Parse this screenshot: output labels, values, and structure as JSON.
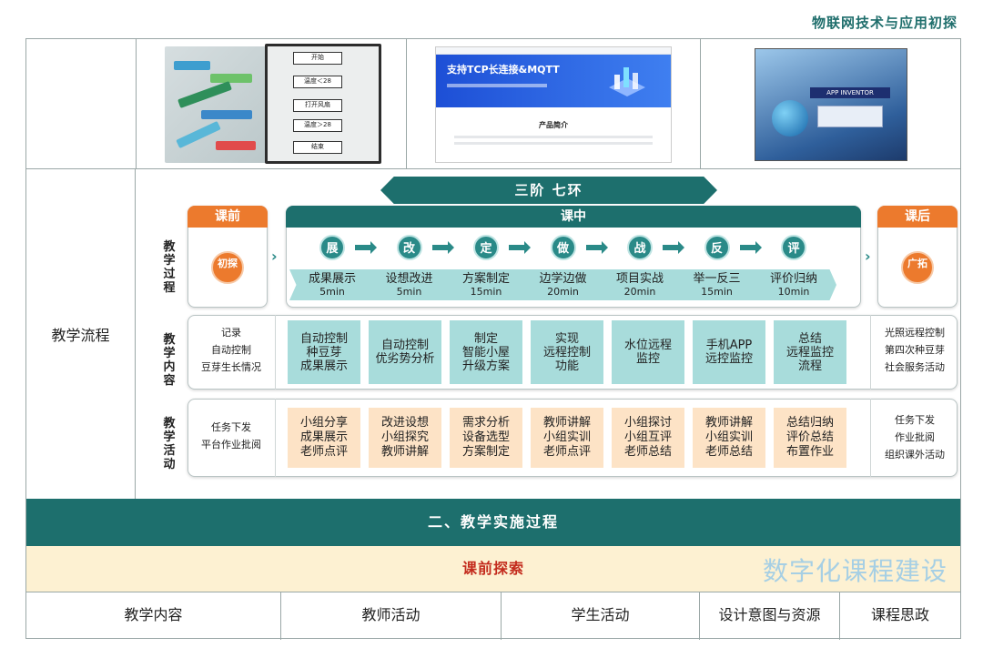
{
  "page_title": "物联网技术与应用初探",
  "images": {
    "flow_start": "开始",
    "flow_temp": "温度＜28",
    "flow_fan": "打开风扇",
    "flow_temp2": "温度＞28",
    "flow_end": "结束",
    "web_headline": "支持TCP长连接&MQTT",
    "web_section": "产品简介",
    "app_inventor": "APP INVENTOR"
  },
  "left_label": "教学流程",
  "banner": "三阶 七环",
  "row_labels": {
    "process": "教学过程",
    "content": "教学内容",
    "activity": "教学活动"
  },
  "pre": {
    "header": "课前",
    "circle": "初探",
    "content": [
      "记录",
      "自动控制",
      "豆芽生长情况"
    ],
    "activity": [
      "任务下发",
      "平台作业批阅"
    ]
  },
  "mid": {
    "header": "课中",
    "steps": [
      {
        "char": "展",
        "title": "成果展示",
        "time": "5min"
      },
      {
        "char": "改",
        "title": "设想改进",
        "time": "5min"
      },
      {
        "char": "定",
        "title": "方案制定",
        "time": "15min"
      },
      {
        "char": "做",
        "title": "边学边做",
        "time": "20min"
      },
      {
        "char": "战",
        "title": "项目实战",
        "time": "20min"
      },
      {
        "char": "反",
        "title": "举一反三",
        "time": "15min"
      },
      {
        "char": "评",
        "title": "评价归纳",
        "time": "10min"
      }
    ],
    "content": [
      [
        "自动控制",
        "种豆芽",
        "成果展示"
      ],
      [
        "自动控制",
        "优劣势分析"
      ],
      [
        "制定",
        "智能小屋",
        "升级方案"
      ],
      [
        "实现",
        "远程控制",
        "功能"
      ],
      [
        "水位远程",
        "监控"
      ],
      [
        "手机APP",
        "远控监控"
      ],
      [
        "总结",
        "远程监控",
        "流程"
      ]
    ],
    "activity": [
      [
        "小组分享",
        "成果展示",
        "老师点评"
      ],
      [
        "改进设想",
        "小组探究",
        "教师讲解"
      ],
      [
        "需求分析",
        "设备选型",
        "方案制定"
      ],
      [
        "教师讲解",
        "小组实训",
        "老师点评"
      ],
      [
        "小组探讨",
        "小组互评",
        "老师总结"
      ],
      [
        "教师讲解",
        "小组实训",
        "老师总结"
      ],
      [
        "总结归纳",
        "评价总结",
        "布置作业"
      ]
    ]
  },
  "post": {
    "header": "课后",
    "circle": "广拓",
    "content": [
      "光照远程控制",
      "第四次种豆芽",
      "社会服务活动"
    ],
    "activity": [
      "任务下发",
      "作业批阅",
      "组织课外活动"
    ]
  },
  "section_title": "二、教学实施过程",
  "phase_title": "课前探索",
  "watermark": "数字化课程建设",
  "table_headers": [
    "教学内容",
    "教师活动",
    "学生活动",
    "设计意图与资源",
    "课程思政"
  ],
  "colors": {
    "teal_dark": "#1d6f6d",
    "teal_light": "#a8dcdb",
    "orange": "#ec7a2d",
    "peach": "#fde3c6",
    "cream": "#fdf1d2",
    "red": "#c32b1d"
  }
}
